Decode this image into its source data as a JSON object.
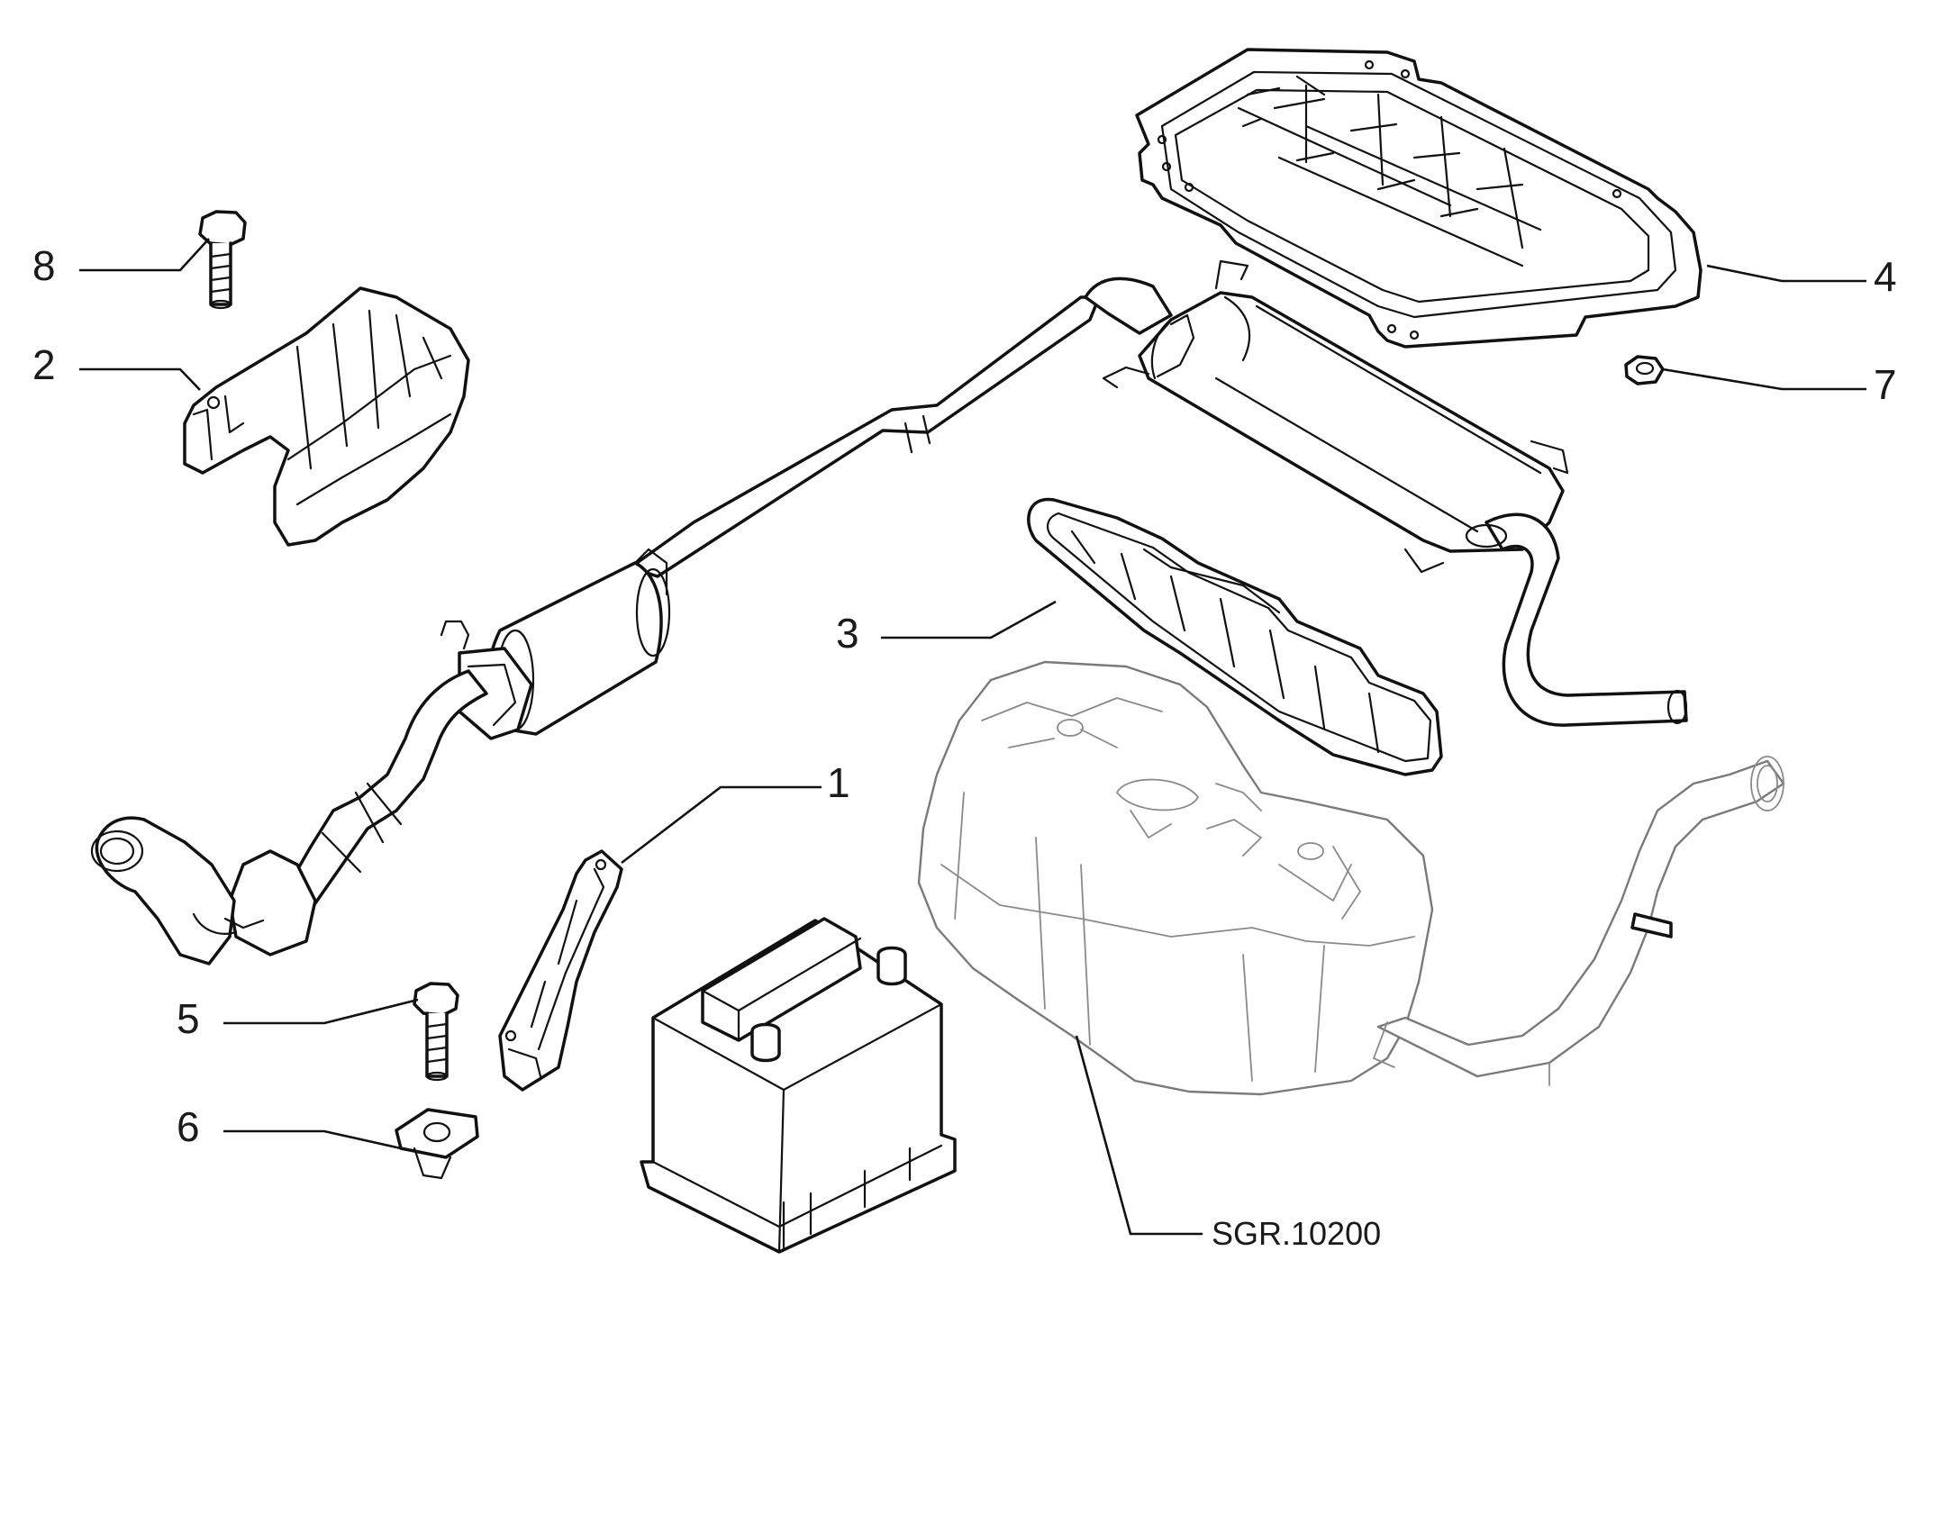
{
  "diagram": {
    "reference_code": "SGR.10200",
    "callouts": [
      {
        "id": "1",
        "label": "1"
      },
      {
        "id": "2",
        "label": "2"
      },
      {
        "id": "3",
        "label": "3"
      },
      {
        "id": "4",
        "label": "4"
      },
      {
        "id": "5",
        "label": "5"
      },
      {
        "id": "6",
        "label": "6"
      },
      {
        "id": "7",
        "label": "7"
      },
      {
        "id": "8",
        "label": "8"
      }
    ],
    "line_color": "#111111",
    "reference_part_color": "#7a7a7a"
  }
}
